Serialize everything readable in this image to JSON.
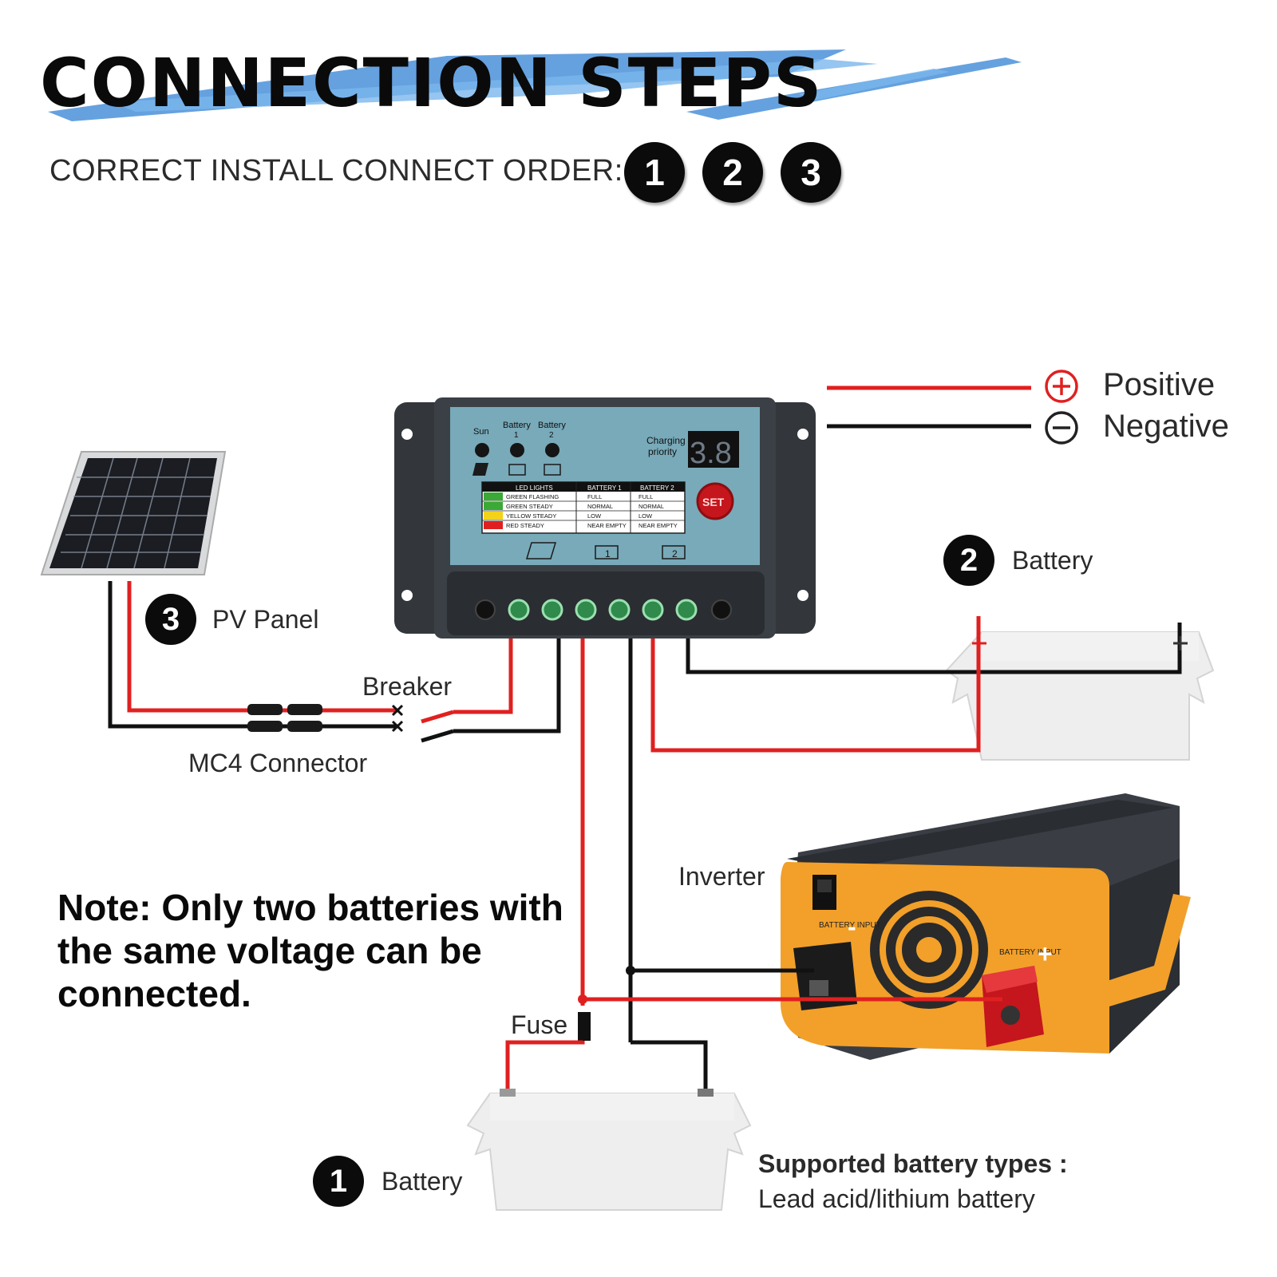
{
  "header": {
    "title": "CONNECTION STEPS",
    "subtitle": "CORRECT INSTALL CONNECT ORDER:",
    "order_badges": [
      "1",
      "2",
      "3"
    ]
  },
  "legend": {
    "positive_label": "Positive",
    "negative_label": "Negative",
    "positive_color": "#e02020",
    "negative_color": "#111111"
  },
  "components": {
    "pv_panel": {
      "step": "3",
      "label": "PV Panel"
    },
    "breaker_label": "Breaker",
    "mc4_label": "MC4 Connector",
    "battery_2": {
      "step": "2",
      "label": "Battery"
    },
    "battery_1": {
      "step": "1",
      "label": "Battery"
    },
    "inverter_label": "Inverter",
    "fuse_label": "Fuse"
  },
  "controller": {
    "sun_label": "Sun",
    "battery1_label": "Battery",
    "battery1_num": "1",
    "battery2_label": "Battery",
    "battery2_num": "2",
    "charging_priority_label": "Charging",
    "charging_priority_label2": "priority",
    "display_value": "3.8",
    "set_button_label": "SET",
    "table_headers": [
      "LED LIGHTS",
      "BATTERY 1",
      "BATTERY 2"
    ],
    "table_rows": [
      [
        "GREEN FLASHING",
        "FULL",
        "FULL"
      ],
      [
        "GREEN STEADY",
        "NORMAL",
        "NORMAL"
      ],
      [
        "YELLOW STEADY",
        "LOW",
        "LOW"
      ],
      [
        "RED STEADY",
        "NEAR EMPTY",
        "NEAR EMPTY"
      ]
    ],
    "row_colors": [
      "#3aa935",
      "#3aa935",
      "#f2d21a",
      "#e02020"
    ],
    "terminal_labels": [
      "1",
      "2"
    ]
  },
  "note": "Note: Only two batteries with the same voltage can be connected.",
  "supported": {
    "title": "Supported battery types :",
    "value": "Lead acid/lithium battery"
  },
  "inverter": {
    "neg_label": "BATTERY INPUT",
    "pos_label": "BATTERY INPUT"
  }
}
